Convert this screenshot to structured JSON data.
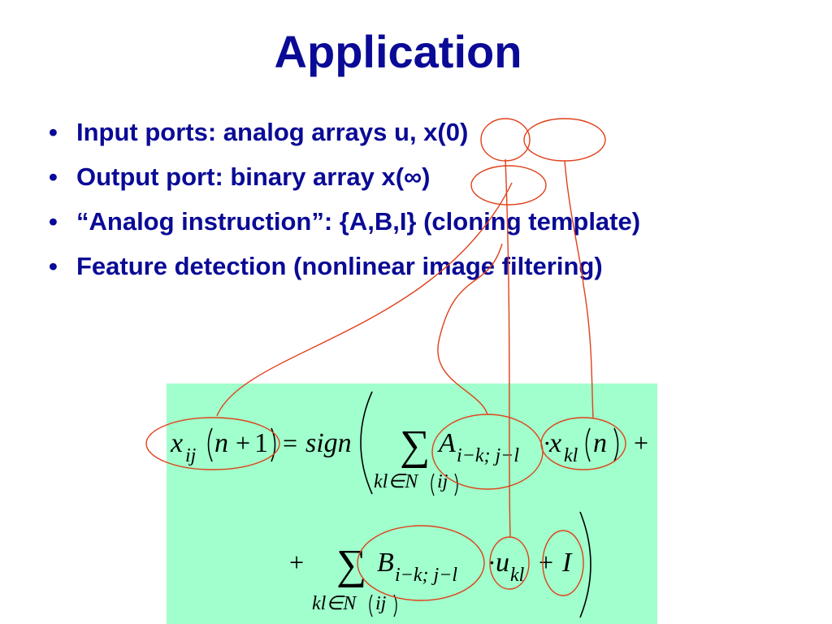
{
  "slide": {
    "title": "Application",
    "bullets": [
      "Input ports: analog arrays u, x(0)",
      "Output port: binary array x(∞)",
      "“Analog instruction”: {A,B,I} (cloning template)",
      "Feature detection (nonlinear image filtering)"
    ]
  },
  "formula": {
    "line1": {
      "lhs_var": "x",
      "lhs_sub": "ij",
      "lhs_arg": "n",
      "plus_sign": "+",
      "one": "1",
      "equals": "=",
      "func": "sign",
      "sum_symbol": "∑",
      "sum_index": "kl∈N",
      "sum_index_arg": "ij",
      "coef": "A",
      "coef_sub": "i−k; j−l",
      "dot": "·",
      "state_var": "x",
      "state_sub": "kl",
      "state_arg": "n",
      "trail_plus": "+"
    },
    "line2": {
      "lead_plus": "+",
      "sum_symbol": "∑",
      "sum_index": "kl∈N",
      "sum_index_arg": "ij",
      "coef": "B",
      "coef_sub": "i−k; j−l",
      "dot": "·",
      "input_var": "u",
      "input_sub": "kl",
      "plus": "+",
      "bias": "I"
    }
  },
  "colors": {
    "title_text": "#0a0a96",
    "formula_background": "#a0ffcc",
    "annotation_stroke": "#e0401a"
  }
}
